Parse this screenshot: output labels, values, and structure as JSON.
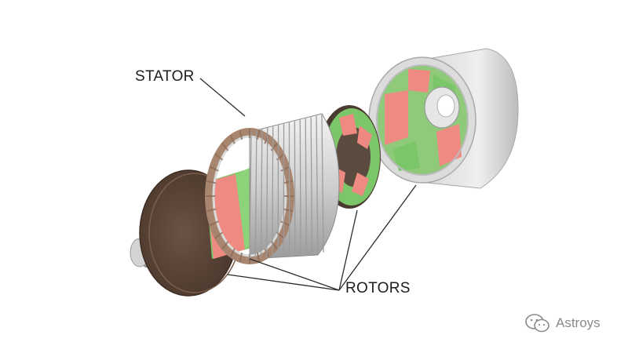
{
  "labels": {
    "stator": "STATOR",
    "rotors": "ROTORS"
  },
  "watermark": {
    "text": "Astroys",
    "icon": "wechat-icon"
  },
  "colors": {
    "magnet_red": "#ef8a82",
    "magnet_green": "#7cc66a",
    "disc_brown": "#5e4638",
    "steel": "#cfcfcf"
  }
}
